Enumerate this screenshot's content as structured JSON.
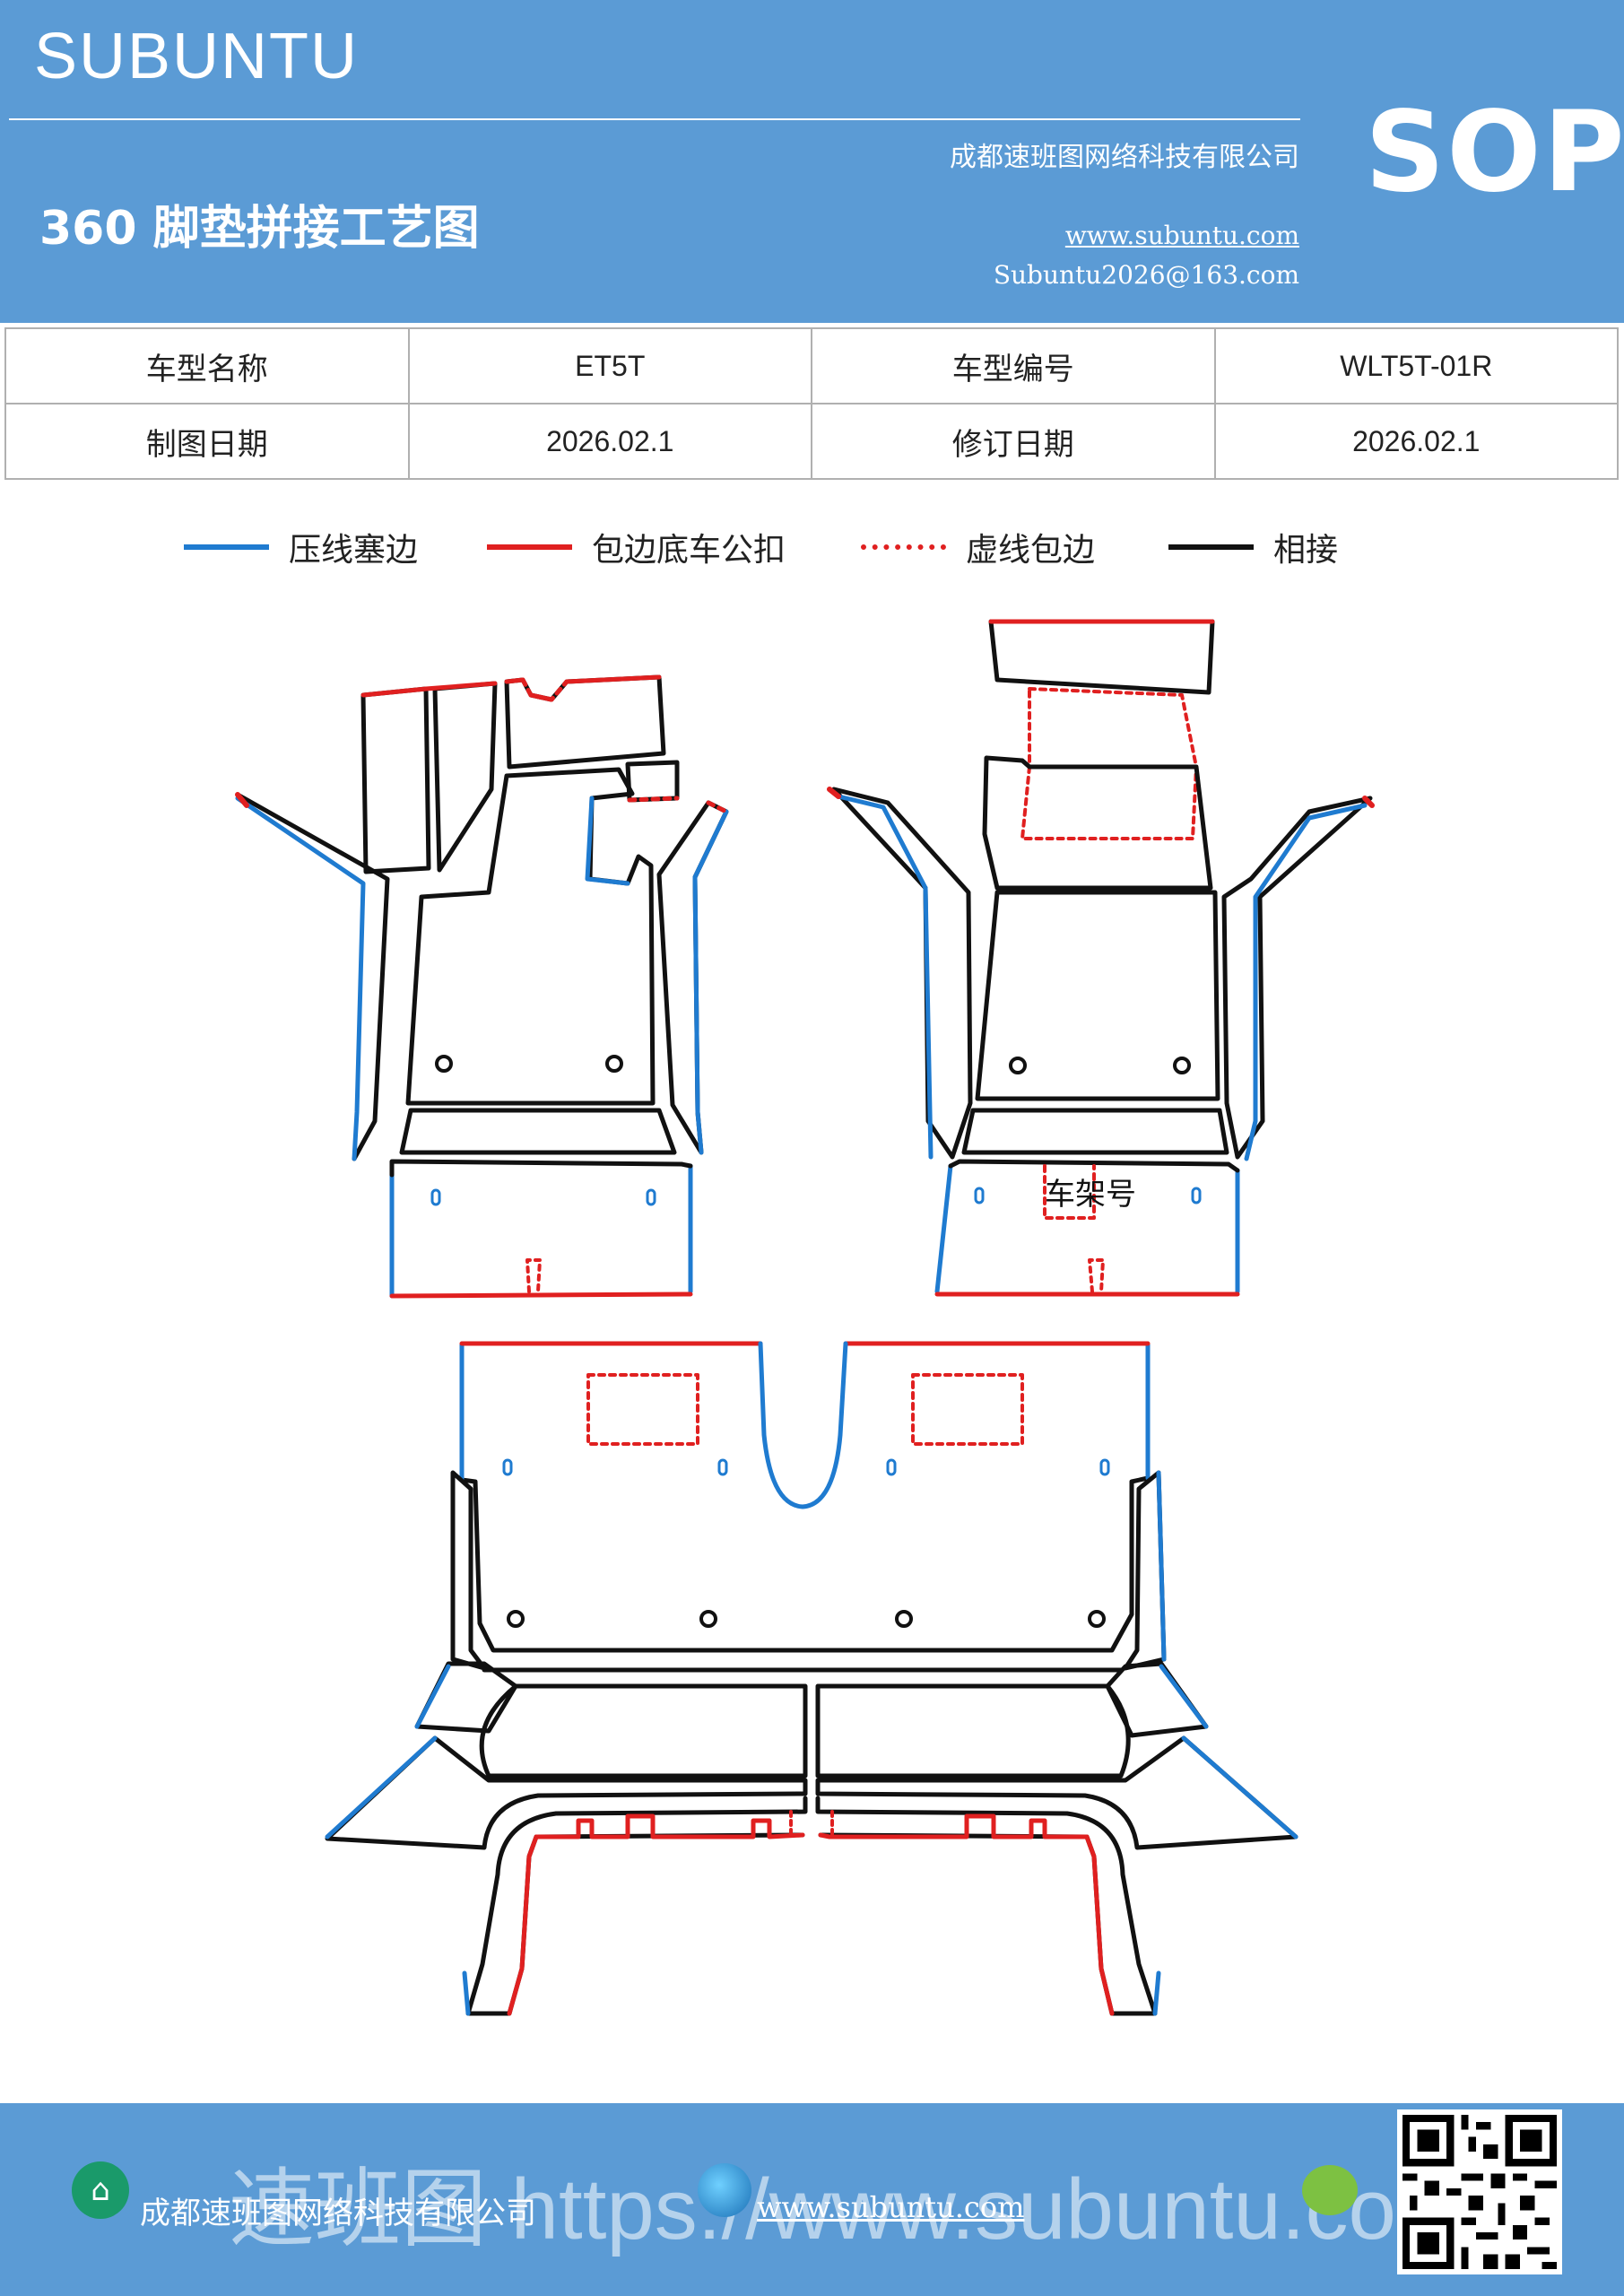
{
  "header": {
    "brand": "SUBUNTU",
    "title": "360 脚垫拼接工艺图",
    "company": "成都速班图网络科技有限公司",
    "website": "www.subuntu.com",
    "email": "Subuntu2026@163.com",
    "badge": "SOP"
  },
  "info_table": {
    "rows": [
      {
        "label1": "车型名称",
        "value1": "ET5T",
        "label2": "车型编号",
        "value2": "WLT5T-01R"
      },
      {
        "label1": "制图日期",
        "value1": "2026.02.1",
        "label2": "修订日期",
        "value2": "2026.02.1"
      }
    ]
  },
  "legend": [
    {
      "label": "压线塞边",
      "color": "#1f7bd0",
      "style": "solid"
    },
    {
      "label": "包边底车公扣",
      "color": "#e02020",
      "style": "solid"
    },
    {
      "label": "虚线包边",
      "color": "#e02020",
      "style": "dotted"
    },
    {
      "label": "相接",
      "color": "#111111",
      "style": "solid"
    }
  ],
  "diagram": {
    "frame_label": "车架号"
  },
  "footer": {
    "company": "成都速班图网络科技有限公司",
    "website": "www.subuntu.com",
    "watermark": "速班图 https://www.subuntu.com"
  },
  "colors": {
    "header_bg": "#5b9bd5",
    "blue_edge": "#1f7bd0",
    "red_edge": "#e02020",
    "black_edge": "#111111"
  }
}
